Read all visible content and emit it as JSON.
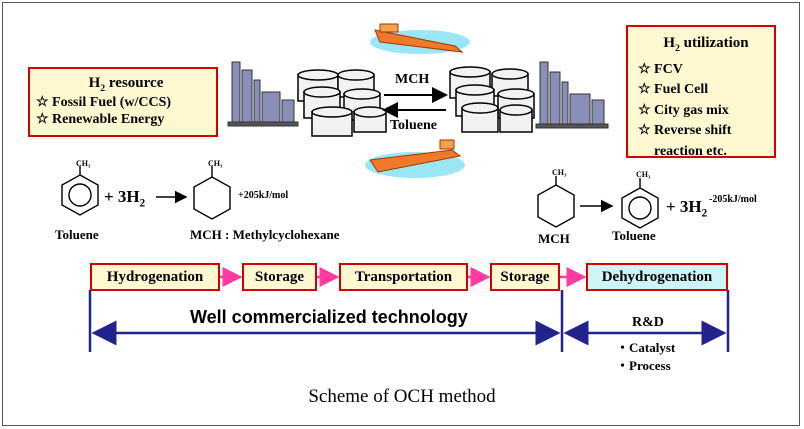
{
  "resource": {
    "title_pre": "H",
    "title_sub": "2",
    "title_post": " resource",
    "items": [
      "☆ Fossil Fuel (w/CCS)",
      "☆ Renewable Energy"
    ]
  },
  "utilization": {
    "title_pre": "H",
    "title_sub": "2",
    "title_post": " utilization",
    "items": [
      "☆ FCV",
      "☆ Fuel Cell",
      "☆ City gas mix",
      "☆ Reverse shift",
      "reaction etc."
    ]
  },
  "transport": {
    "forward_label": "MCH",
    "backward_label": "Toluene"
  },
  "reaction_left": {
    "methyl": "CH₃",
    "plus_h2_pre": "+ 3H",
    "plus_h2_sub": "2",
    "energy": "+205kJ/mol",
    "reactant_label": "Toluene",
    "product_label": "MCH : Methylcyclohexane"
  },
  "reaction_right": {
    "methyl": "CH₃",
    "reactant_label": "MCH",
    "product_label": "Toluene",
    "plus_h2_pre": "+ 3H",
    "plus_h2_sub": "2",
    "energy": "-205kJ/mol"
  },
  "steps": [
    "Hydrogenation",
    "Storage",
    "Transportation",
    "Storage",
    "Dehydrogenation"
  ],
  "commercial_label": "Well commercialized technology",
  "rnd": {
    "title": "R&D",
    "items": [
      "・Catalyst",
      "・Process"
    ]
  },
  "caption": "Scheme of OCH method",
  "colors": {
    "box_border": "#d40000",
    "box_fill": "#fff8d0",
    "dehydro_fill": "#cdf5f8",
    "arrow": "#ff3aa0",
    "bracket": "#23238c"
  }
}
